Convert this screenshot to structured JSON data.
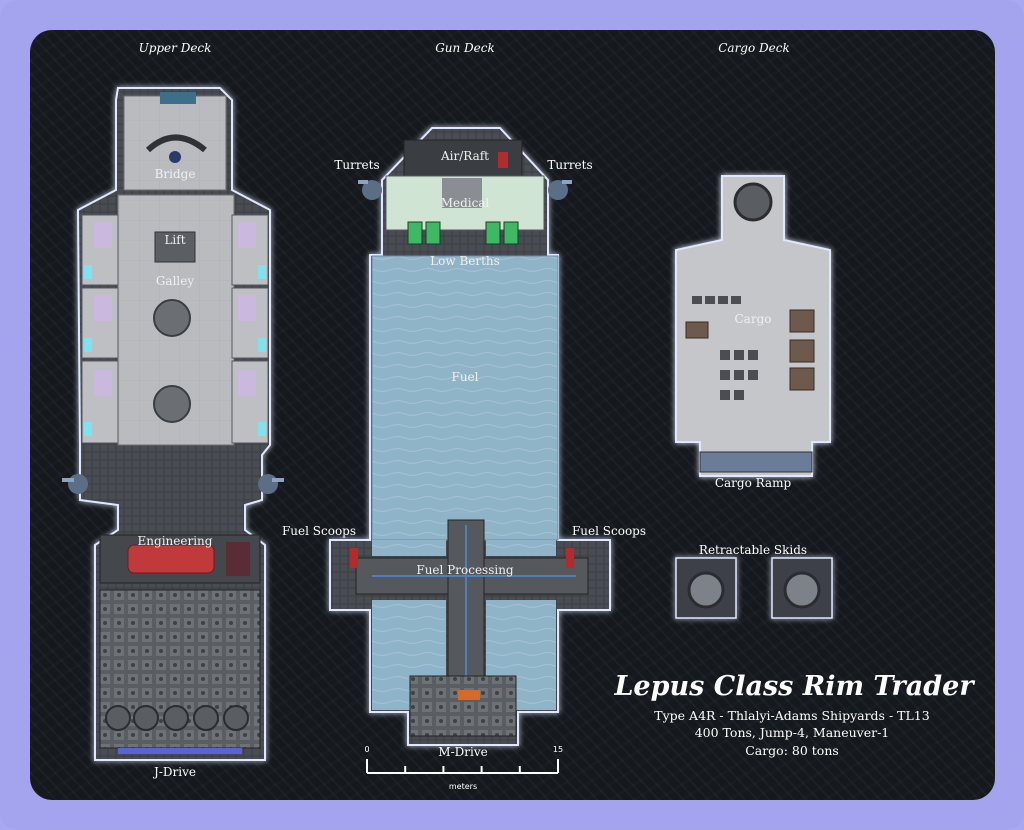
{
  "deck_headers": {
    "upper": "Upper Deck",
    "gun": "Gun Deck",
    "cargo": "Cargo Deck"
  },
  "rooms": {
    "bridge": "Bridge",
    "lift": "Lift",
    "galley": "Galley",
    "engineering": "Engineering",
    "j_drive": "J-Drive",
    "air_raft": "Air/Raft",
    "medical": "Medical",
    "low_berths": "Low Berths",
    "fuel": "Fuel",
    "fuel_processing": "Fuel Processing",
    "m_drive": "M-Drive",
    "turrets_left": "Turrets",
    "turrets_right": "Turrets",
    "fuel_scoops_left": "Fuel Scoops",
    "fuel_scoops_right": "Fuel Scoops",
    "cargo": "Cargo",
    "cargo_ramp": "Cargo Ramp",
    "retractable_skids": "Retractable Skids"
  },
  "scale_bar": {
    "start": "0",
    "end": "15",
    "unit": "meters",
    "divisions": 5
  },
  "ship": {
    "title": "Lepus Class Rim Trader",
    "type_line": "Type A4R - Thlalyi-Adams Shipyards - TL13",
    "stats_line": "400 Tons, Jump-4, Maneuver-1",
    "cargo_line": "Cargo: 80 tons"
  },
  "colors": {
    "border": "#a8a8f0",
    "background": "#15181c",
    "deck_floor": "#b8babe",
    "fuel": "#8fb3c6",
    "hull": "#4a4e53",
    "glow": "#dfe8ff"
  }
}
